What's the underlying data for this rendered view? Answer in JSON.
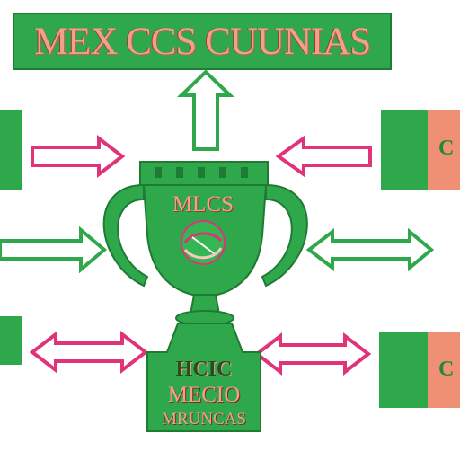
{
  "title": {
    "text": "MEX CCS CUUNIAS"
  },
  "trophy": {
    "cup_label": "MLCS",
    "base_lines": [
      "HCIC",
      "MECIO",
      "MRUNCAS"
    ]
  },
  "side_panels": {
    "right_top_letter": "C",
    "right_bottom_letter": "C"
  },
  "colors": {
    "green": "#2ea84a",
    "dark_green": "#1f7a34",
    "pink": "#e0337a",
    "salmon": "#ef8f73"
  }
}
